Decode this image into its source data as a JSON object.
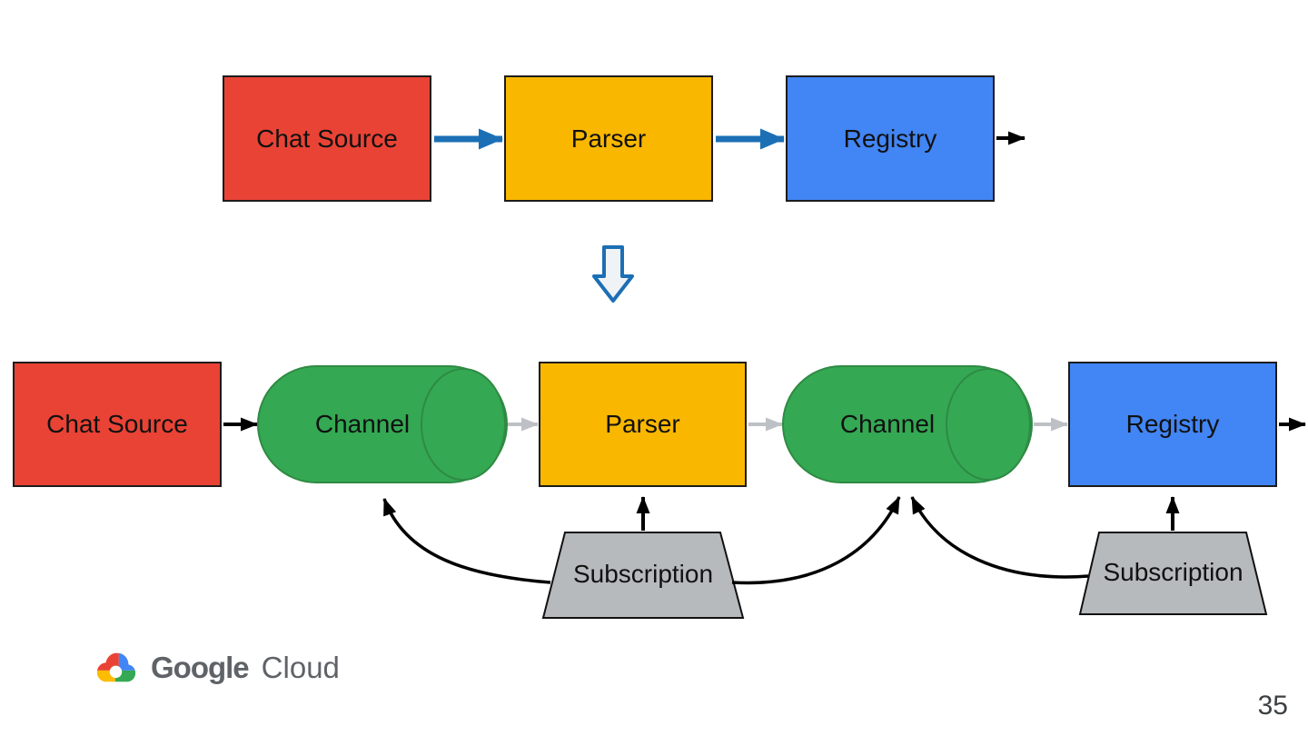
{
  "slide": {
    "background": "#ffffff",
    "type": "architecture-diagram"
  },
  "colors": {
    "node_red": "#e94335",
    "node_yellow": "#f9b700",
    "node_blue": "#4285f4",
    "node_green": "#34a853",
    "green_outline": "#2f8a43",
    "subscription_gray": "#b7babd",
    "outline_black": "#1c1c1c",
    "arrow_blue": "#1b6fb5",
    "arrow_gray": "#bdc1c6",
    "arrow_black": "#000000",
    "down_arrow_fill": "#f0f3f5",
    "logo_text_gray": "#5f6368"
  },
  "top_flow": {
    "nodes": [
      {
        "label": "Chat Source",
        "shape": "rectangle",
        "color": "#e94335"
      },
      {
        "label": "Parser",
        "shape": "rectangle",
        "color": "#f9b700"
      },
      {
        "label": "Registry",
        "shape": "rectangle",
        "color": "#4285f4"
      }
    ],
    "edges": [
      {
        "from": "Chat Source",
        "to": "Parser",
        "color": "blue"
      },
      {
        "from": "Parser",
        "to": "Registry",
        "color": "blue"
      },
      {
        "from": "Registry",
        "to": "(out)",
        "color": "black"
      }
    ]
  },
  "transform_arrow": {
    "direction": "down",
    "style": "outlined-block-arrow"
  },
  "bottom_flow": {
    "nodes": [
      {
        "label": "Chat Source",
        "shape": "rectangle",
        "color": "#e94335"
      },
      {
        "label": "Channel",
        "shape": "cylinder",
        "color": "#34a853"
      },
      {
        "label": "Parser",
        "shape": "rectangle",
        "color": "#f9b700"
      },
      {
        "label": "Channel",
        "shape": "cylinder",
        "color": "#34a853"
      },
      {
        "label": "Registry",
        "shape": "rectangle",
        "color": "#4285f4"
      }
    ],
    "subscriptions": [
      {
        "label": "Subscription",
        "shape": "trapezoid",
        "color": "#b7babd"
      },
      {
        "label": "Subscription",
        "shape": "trapezoid",
        "color": "#b7babd"
      }
    ],
    "edges": [
      {
        "from": "Chat Source",
        "to": "Channel (1)",
        "color": "black"
      },
      {
        "from": "Channel (1)",
        "to": "Parser",
        "color": "gray"
      },
      {
        "from": "Parser",
        "to": "Channel (2)",
        "color": "gray"
      },
      {
        "from": "Channel (2)",
        "to": "Registry",
        "color": "gray"
      },
      {
        "from": "Registry",
        "to": "(out)",
        "color": "black"
      },
      {
        "from": "Subscription (1)",
        "to": "Channel (1)",
        "color": "black",
        "style": "curved"
      },
      {
        "from": "Subscription (1)",
        "to": "Parser",
        "color": "black",
        "style": "straight"
      },
      {
        "from": "Subscription (1)",
        "to": "Channel (2)",
        "color": "black",
        "style": "curved"
      },
      {
        "from": "Subscription (2)",
        "to": "Channel (2)",
        "color": "black",
        "style": "curved"
      },
      {
        "from": "Subscription (2)",
        "to": "Registry",
        "color": "black",
        "style": "straight"
      }
    ]
  },
  "footer": {
    "brand_google": "Google",
    "brand_cloud": "Cloud",
    "page_number": "35"
  }
}
